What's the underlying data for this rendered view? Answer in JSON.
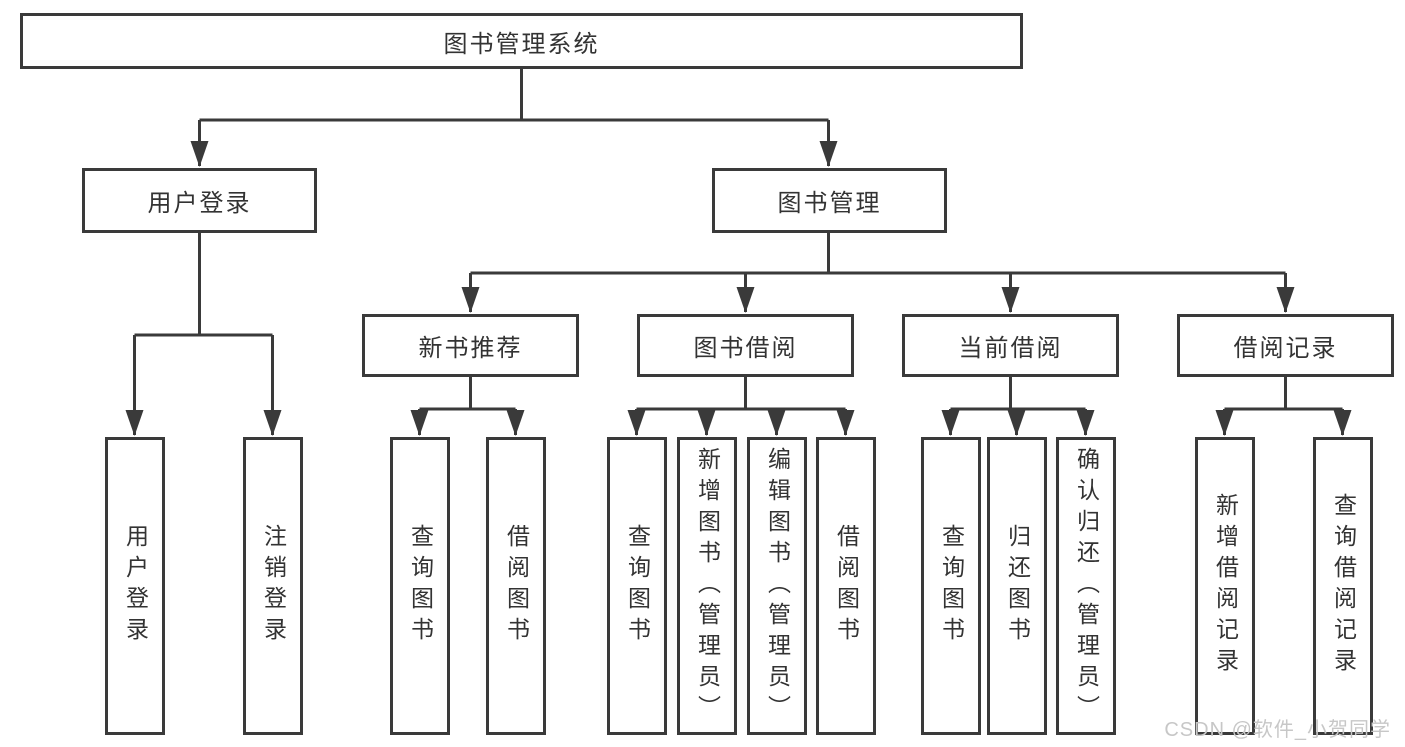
{
  "diagram": {
    "type": "hierarchy-tree",
    "colors": {
      "line": "#3a3a3a",
      "box_border": "#3a3a3a",
      "box_fill": "#ffffff",
      "text": "#333333",
      "watermark": "#c7c7c7"
    },
    "tree": {
      "label": "图书管理系统",
      "children": [
        {
          "label": "用户登录",
          "children": [
            {
              "label": "用户登录"
            },
            {
              "label": "注销登录"
            }
          ]
        },
        {
          "label": "图书管理",
          "children": [
            {
              "label": "新书推荐",
              "children": [
                {
                  "label": "查询图书"
                },
                {
                  "label": "借阅图书"
                }
              ]
            },
            {
              "label": "图书借阅",
              "children": [
                {
                  "label": "查询图书"
                },
                {
                  "label": "新增图书（管理员）"
                },
                {
                  "label": "编辑图书（管理员）"
                },
                {
                  "label": "借阅图书"
                }
              ]
            },
            {
              "label": "当前借阅",
              "children": [
                {
                  "label": "查询图书"
                },
                {
                  "label": "归还图书"
                },
                {
                  "label": "确认归还（管理员）"
                }
              ]
            },
            {
              "label": "借阅记录",
              "children": [
                {
                  "label": "新增借阅记录"
                },
                {
                  "label": "查询借阅记录"
                }
              ]
            }
          ]
        }
      ]
    }
  },
  "watermark": {
    "text": "CSDN @软件_小贺同学"
  }
}
